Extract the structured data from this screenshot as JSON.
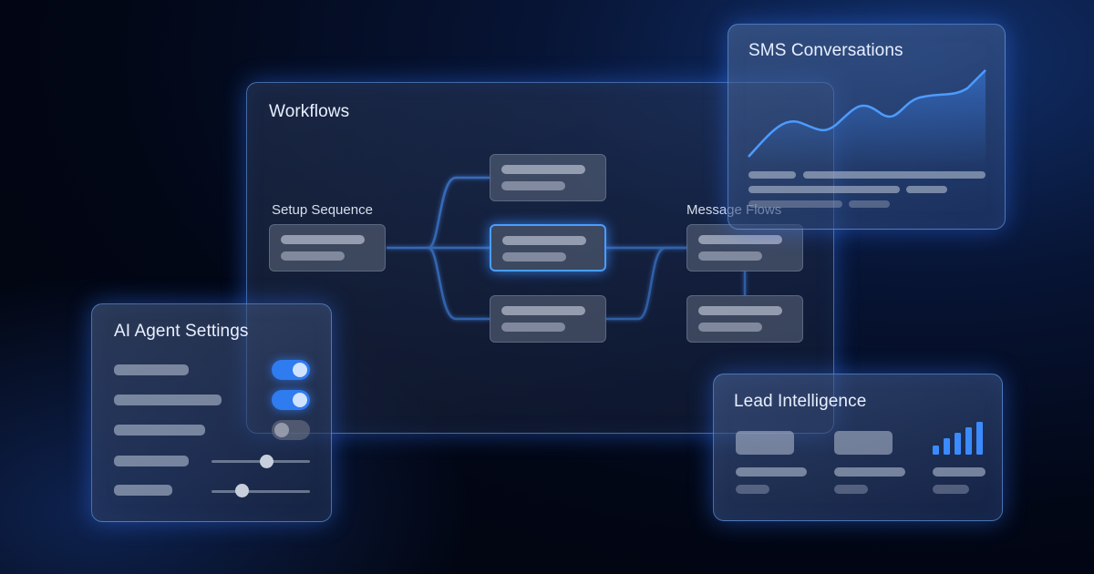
{
  "workflows": {
    "title": "Workflows",
    "setup_label": "Setup Sequence",
    "message_label": "Message Flows"
  },
  "sms": {
    "title": "SMS Conversations"
  },
  "ai_settings": {
    "title": "AI Agent Settings",
    "toggles": [
      true,
      true,
      false
    ]
  },
  "lead": {
    "title": "Lead Intelligence"
  },
  "colors": {
    "accent": "#3b8bff",
    "background": "#020716",
    "panel_border": "#6eaaff"
  }
}
